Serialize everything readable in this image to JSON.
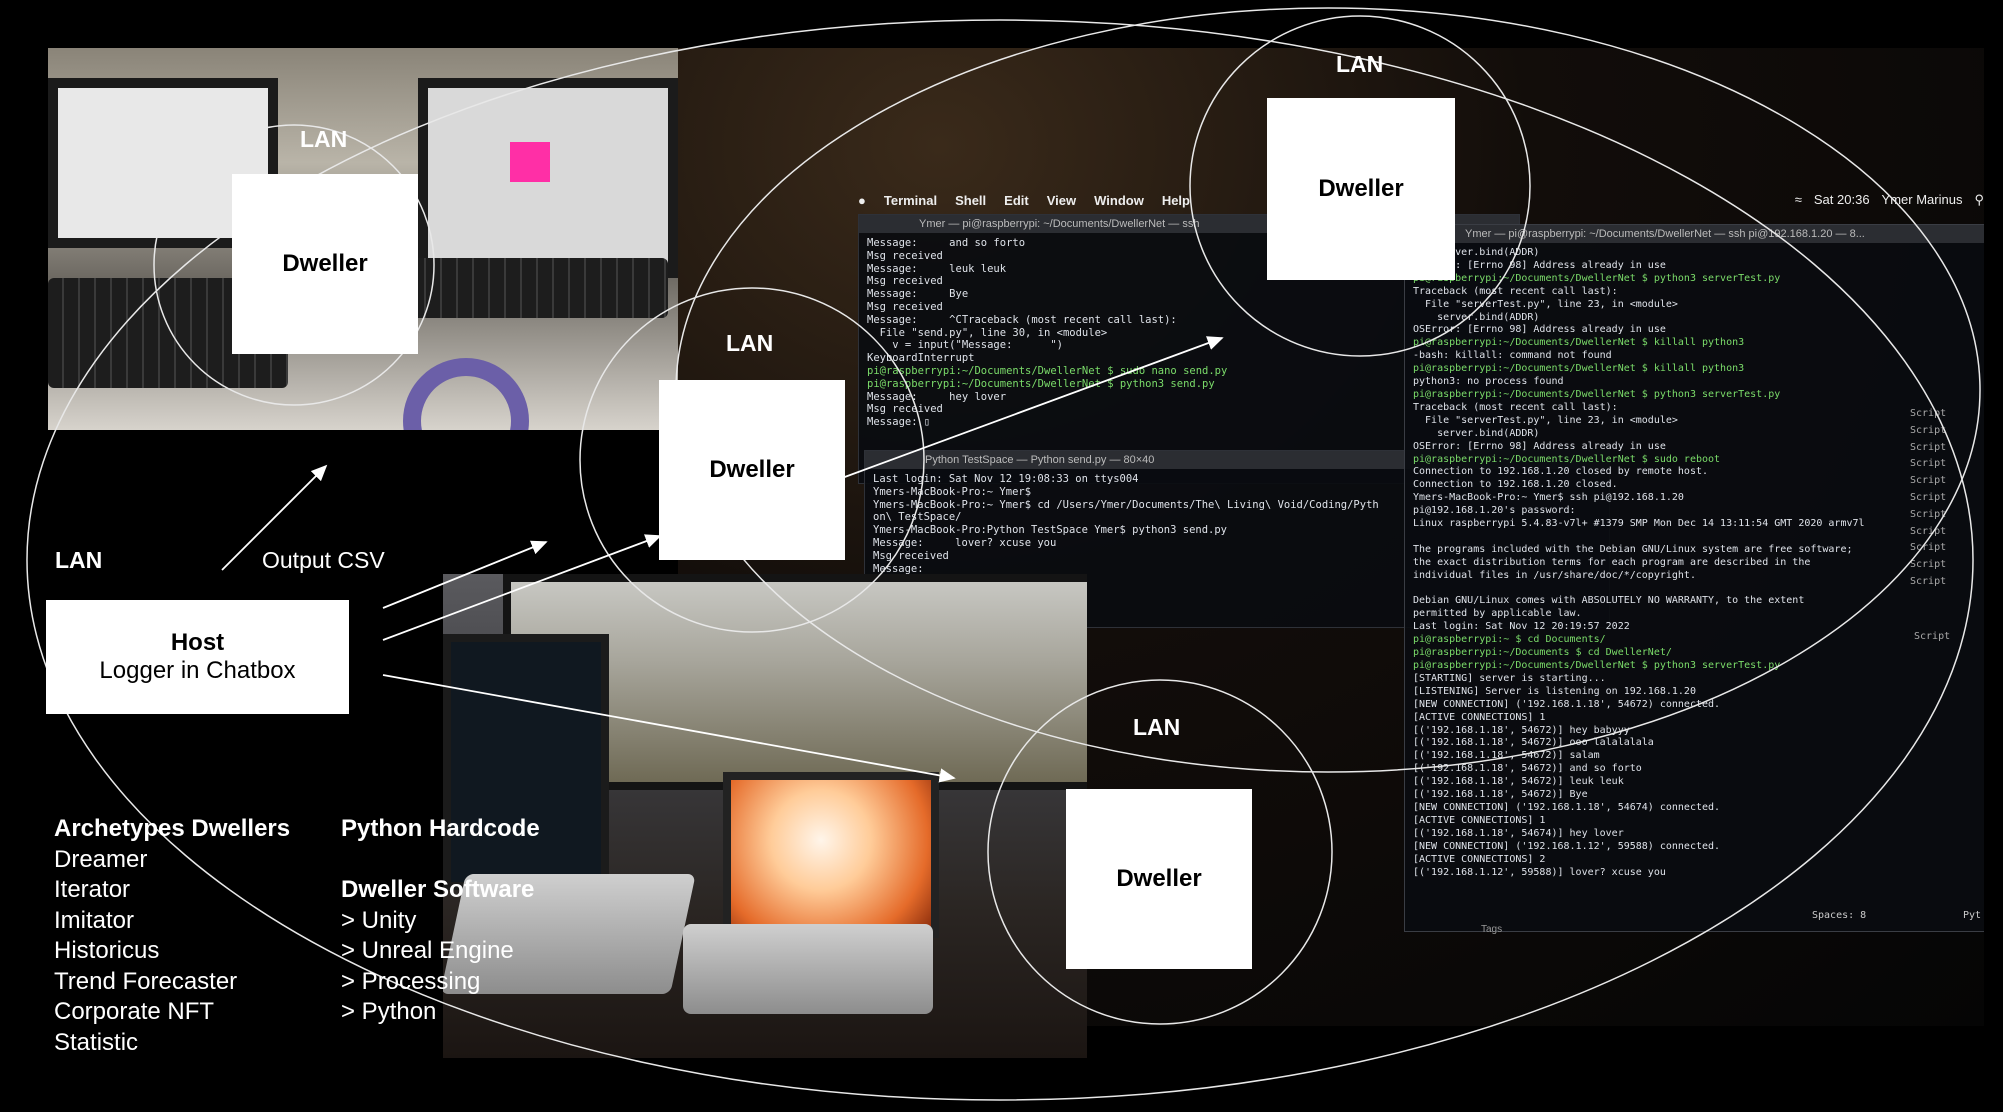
{
  "lan_labels": [
    "LAN",
    "LAN",
    "LAN",
    "LAN",
    "LAN"
  ],
  "output_label": "Output CSV",
  "host": {
    "title": "Host",
    "subtitle": "Logger in Chatbox"
  },
  "dweller_label": "Dweller",
  "archetypes": {
    "heading": "Archetypes Dwellers",
    "items": [
      "Dreamer",
      "Iterator",
      "Imitator",
      "Historicus",
      "Trend Forecaster",
      "Corporate NFT",
      "Statistic"
    ]
  },
  "python_hardcode": "Python Hardcode",
  "software": {
    "heading": "Dweller Software",
    "items": [
      "> Unity",
      "> Unreal Engine",
      "> Processing",
      "> Python"
    ]
  },
  "terminal": {
    "menu": [
      "Terminal",
      "Shell",
      "Edit",
      "View",
      "Window",
      "Help"
    ],
    "clock": "Sat 20:36",
    "user": "Ymer Marinus",
    "win1_title": "Ymer — pi@raspberrypi: ~/Documents/DwellerNet — ssh",
    "win1_lines": [
      "Message:     and so forto",
      "Msg received",
      "Message:     leuk leuk",
      "Msg received",
      "Message:     Bye",
      "Msg received",
      "Message:     ^CTraceback (most recent call last):",
      "  File \"send.py\", line 30, in <module>",
      "    v = input(\"Message:      \")",
      "KeyboardInterrupt",
      "pi@raspberrypi:~/Documents/DwellerNet $ sudo nano send.py",
      "pi@raspberrypi:~/Documents/DwellerNet $ python3 send.py",
      "Message:     hey lover",
      "Msg received",
      "Message: ▯"
    ],
    "win2_title": "Python TestSpace — Python send.py — 80×40",
    "win2_lines": [
      "Last login: Sat Nov 12 19:08:33 on ttys004",
      "Ymers-MacBook-Pro:~ Ymer$",
      "Ymers-MacBook-Pro:~ Ymer$ cd /Users/Ymer/Documents/The\\ Living\\ Void/Coding/Pyth",
      "on\\ TestSpace/",
      "Ymers-MacBook-Pro:Python TestSpace Ymer$ python3 send.py",
      "Message:     lover? xcuse you",
      "Msg received",
      "Message:"
    ],
    "win3_title": "Ymer — pi@raspberrypi: ~/Documents/DwellerNet — ssh pi@192.168.1.20 — 8...",
    "win3_lines": [
      "    server.bind(ADDR)",
      "OSError: [Errno 98] Address already in use",
      "pi@raspberrypi:~/Documents/DwellerNet $ python3 serverTest.py",
      "Traceback (most recent call last):",
      "  File \"serverTest.py\", line 23, in <module>",
      "    server.bind(ADDR)",
      "OSError: [Errno 98] Address already in use",
      "pi@raspberrypi:~/Documents/DwellerNet $ killall python3",
      "-bash: killall: command not found",
      "pi@raspberrypi:~/Documents/DwellerNet $ killall python3",
      "python3: no process found",
      "pi@raspberrypi:~/Documents/DwellerNet $ python3 serverTest.py",
      "Traceback (most recent call last):",
      "  File \"serverTest.py\", line 23, in <module>",
      "    server.bind(ADDR)",
      "OSError: [Errno 98] Address already in use",
      "pi@raspberrypi:~/Documents/DwellerNet $ sudo reboot",
      "Connection to 192.168.1.20 closed by remote host.",
      "Connection to 192.168.1.20 closed.",
      "Ymers-MacBook-Pro:~ Ymer$ ssh pi@192.168.1.20",
      "pi@192.168.1.20's password:",
      "Linux raspberrypi 5.4.83-v7l+ #1379 SMP Mon Dec 14 13:11:54 GMT 2020 armv7l",
      "",
      "The programs included with the Debian GNU/Linux system are free software;",
      "the exact distribution terms for each program are described in the",
      "individual files in /usr/share/doc/*/copyright.",
      "",
      "Debian GNU/Linux comes with ABSOLUTELY NO WARRANTY, to the extent",
      "permitted by applicable law.",
      "Last login: Sat Nov 12 20:19:57 2022",
      "pi@raspberrypi:~ $ cd Documents/",
      "pi@raspberrypi:~/Documents $ cd DwellerNet/",
      "pi@raspberrypi:~/Documents/DwellerNet $ python3 serverTest.py",
      "[STARTING] server is starting...",
      "[LISTENING] Server is listening on 192.168.1.20",
      "[NEW CONNECTION] ('192.168.1.18', 54672) connected.",
      "[ACTIVE CONNECTIONS] 1",
      "[('192.168.1.18', 54672)] hey babyyy",
      "[('192.168.1.18', 54672)] ooo lalalalala",
      "[('192.168.1.18', 54672)] salam",
      "[('192.168.1.18', 54672)] and so forto",
      "[('192.168.1.18', 54672)] leuk leuk",
      "[('192.168.1.18', 54672)] Bye",
      "[NEW CONNECTION] ('192.168.1.18', 54674) connected.",
      "[ACTIVE CONNECTIONS] 1",
      "[('192.168.1.18', 54674)] hey lover",
      "[NEW CONNECTION] ('192.168.1.12', 59588) connected.",
      "[ACTIVE CONNECTIONS] 2",
      "[('192.168.1.12', 59588)] lover? xcuse you"
    ],
    "side_items": [
      "Script",
      "Script",
      "Script",
      "Script",
      "Script",
      "Script",
      "Script",
      "Script",
      "Script",
      "Script",
      "Script"
    ],
    "side_extra": "Script",
    "tags": "Tags",
    "spaces": "Spaces: 8",
    "py": "Pyt"
  }
}
